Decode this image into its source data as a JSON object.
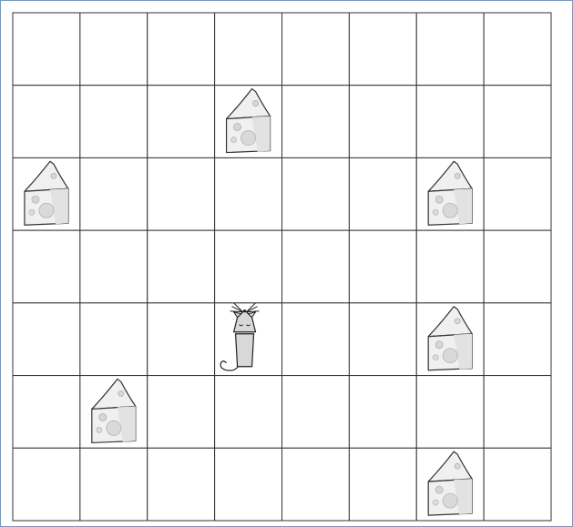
{
  "game": {
    "grid": {
      "columns": 8,
      "rows": 7
    },
    "colors": {
      "frame_border": "#5aa0e0",
      "grid_line": "#333333",
      "cheese_fill": "#f0f0f0",
      "cheese_stroke": "#333333",
      "mouse_fill": "#d8d8d8",
      "mouse_stroke": "#222222"
    },
    "cheeses": [
      {
        "col": 3,
        "row": 1,
        "icon": "cheese-icon"
      },
      {
        "col": 0,
        "row": 2,
        "icon": "cheese-icon"
      },
      {
        "col": 6,
        "row": 2,
        "icon": "cheese-icon"
      },
      {
        "col": 6,
        "row": 4,
        "icon": "cheese-icon"
      },
      {
        "col": 1,
        "row": 5,
        "icon": "cheese-icon"
      },
      {
        "col": 6,
        "row": 6,
        "icon": "cheese-icon"
      }
    ],
    "mouse": {
      "col": 3,
      "row": 4,
      "icon": "mouse-icon"
    }
  }
}
